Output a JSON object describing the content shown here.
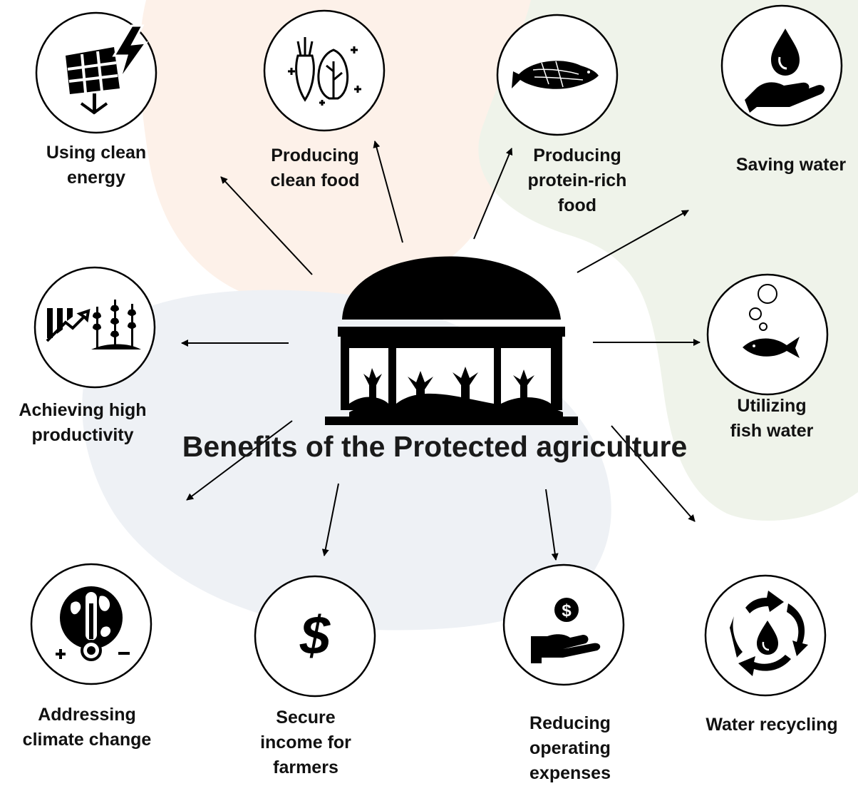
{
  "diagram": {
    "title": "Benefits of the Protected agriculture",
    "center_icon": "greenhouse-icon",
    "benefits": [
      {
        "key": "clean-energy",
        "label": "Using clean\nenergy",
        "icon": "solar-panel-icon"
      },
      {
        "key": "clean-food",
        "label": "Producing\nclean food",
        "icon": "vegetables-icon"
      },
      {
        "key": "protein-food",
        "label": "Producing\nprotein-rich\nfood",
        "icon": "fish-icon"
      },
      {
        "key": "saving-water",
        "label": "Saving water",
        "icon": "water-hand-icon"
      },
      {
        "key": "fish-water",
        "label": "Utilizing\nfish water",
        "icon": "fish-bubbles-icon"
      },
      {
        "key": "water-recycling",
        "label": "Water recycling",
        "icon": "recycle-water-icon"
      },
      {
        "key": "operating-expenses",
        "label": "Reducing\noperating\nexpenses",
        "icon": "coin-hand-icon"
      },
      {
        "key": "secure-income",
        "label": "Secure\nincome for\nfarmers",
        "icon": "dollar-icon"
      },
      {
        "key": "climate-change",
        "label": "Addressing\nclimate change",
        "icon": "globe-thermometer-icon"
      },
      {
        "key": "high-productivity",
        "label": "Achieving high\nproductivity",
        "icon": "crop-growth-icon"
      }
    ]
  }
}
